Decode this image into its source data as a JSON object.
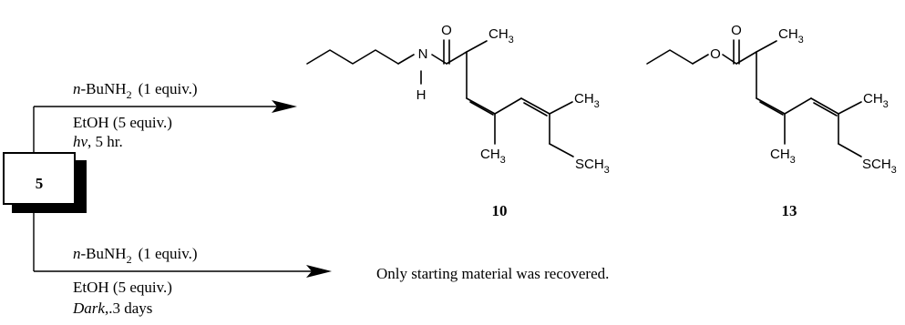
{
  "compound_box": {
    "label": "5"
  },
  "upper_reaction": {
    "reagent_prefix": "n",
    "reagent_main": "-BuNH",
    "reagent_sub": "2",
    "reagent_equiv": "(1 equiv.)",
    "solvent": "EtOH (5 equiv.)",
    "cond_italic": "hv",
    "cond_rest": ", 5 hr."
  },
  "lower_reaction": {
    "reagent_prefix": "n",
    "reagent_main": "-BuNH",
    "reagent_sub": "2",
    "reagent_equiv": "(1 equiv.)",
    "solvent": "EtOH (5 equiv.)",
    "cond_italic": "Dark",
    "cond_rest": ",.3 days",
    "result": "Only starting material was recovered."
  },
  "product_10": {
    "number": "10",
    "atoms": {
      "O": "O",
      "N": "N",
      "H": "H",
      "me1": "CH3",
      "me2": "CH3",
      "me3": "CH3",
      "sme": "SCH3"
    }
  },
  "product_13": {
    "number": "13",
    "atoms": {
      "O1": "O",
      "O2": "O",
      "me1": "CH3",
      "me2": "CH3",
      "me3": "CH3",
      "sme": "SCH3"
    }
  }
}
